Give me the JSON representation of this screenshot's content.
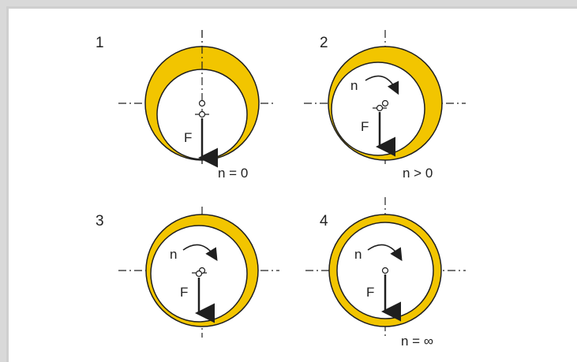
{
  "colors": {
    "bearing_fill": "#f2c500",
    "line": "#1f1f1f",
    "background": "#ffffff"
  },
  "panels": [
    {
      "number": "1",
      "speed_label": "n = 0",
      "rotation_label": "",
      "force_label": "F"
    },
    {
      "number": "2",
      "speed_label": "n > 0",
      "rotation_label": "n",
      "force_label": "F"
    },
    {
      "number": "3",
      "speed_label": "",
      "rotation_label": "n",
      "force_label": "F"
    },
    {
      "number": "4",
      "speed_label": "n = ∞",
      "rotation_label": "n",
      "force_label": "F"
    }
  ]
}
